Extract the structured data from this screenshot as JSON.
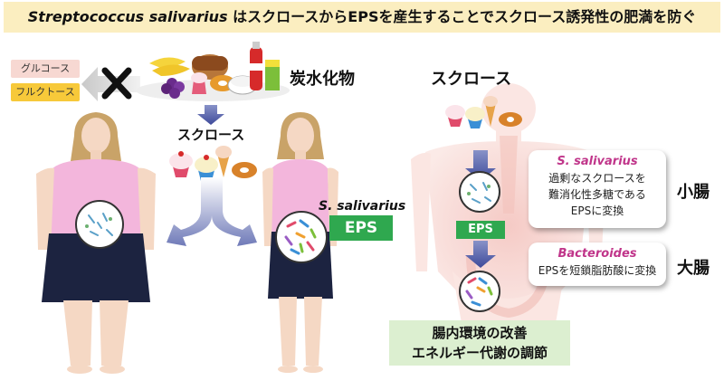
{
  "title": {
    "species": "Streptococcus salivarius",
    "rest": " はスクロースからEPSを産生することでスクロース誘発性の肥満を防ぐ"
  },
  "sugars": {
    "glucose": "グルコース",
    "fructose": "フルクトース"
  },
  "carbohydrate_label": "炭水化物",
  "sucrose_label_left": "スクロース",
  "sucrose_label_right": "スクロース",
  "s_salivarius_label": "S. salivarius",
  "eps_box_large": "EPS",
  "eps_box_small": "EPS",
  "callout_small_intestine": {
    "species": "S. salivarius",
    "line1": "過剰なスクロースを",
    "line2": "難消化性多糖である",
    "line3": "EPSに変換"
  },
  "callout_large_intestine": {
    "species": "Bacteroides",
    "text": "EPSを短鎖脂肪酸に変換"
  },
  "organ_small_intestine": "小腸",
  "organ_large_intestine": "大腸",
  "effect": {
    "line1": "腸内環境の改善",
    "line2": "エネルギー代謝の調節"
  },
  "colors": {
    "title_bg": "#fbeec0",
    "eps_green": "#2fa84f",
    "species_magenta": "#c0358a",
    "effect_bg": "#dcefd0",
    "shirt_pink": "#f3b6dc",
    "skirt_navy": "#1c2340",
    "body_pink": "#f7d5d0"
  }
}
